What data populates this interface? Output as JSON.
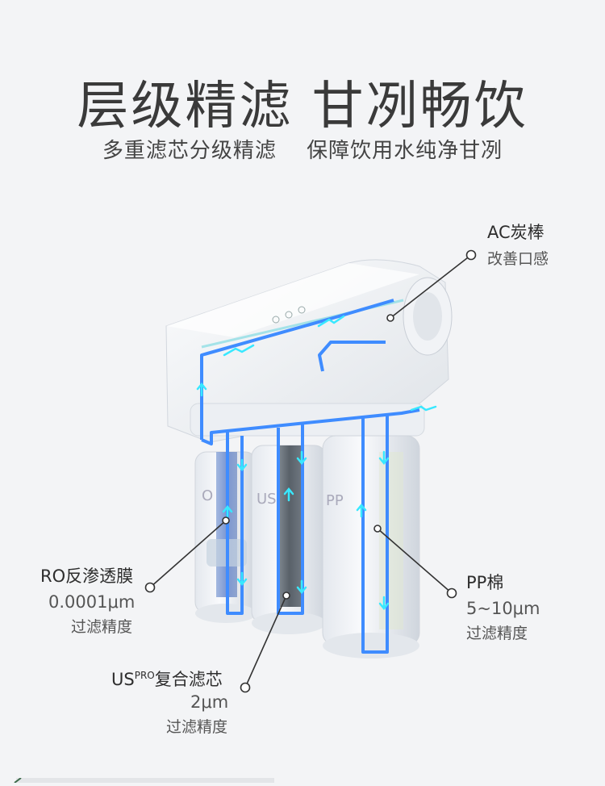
{
  "header": {
    "title": "层级精滤 甘冽畅饮",
    "subtitle_left": "多重滤芯分级精滤",
    "subtitle_right": "保障饮用水纯净甘冽"
  },
  "colors": {
    "flow": "#3f8cff",
    "flow_arrow": "#38e8ff",
    "pipe_glow": "#6fd7e0",
    "background": "#f3f4f6",
    "callout_line": "#333333"
  },
  "product": {
    "icons": [
      "water-purifier-icon"
    ],
    "cartridge_labels": [
      "O",
      "US",
      "PP"
    ]
  },
  "callouts": {
    "ac": {
      "title": "AC炭棒",
      "sub": "改善口感"
    },
    "ro": {
      "title": "RO反渗透膜",
      "spec": "0.0001μm",
      "sub": "过滤精度"
    },
    "us": {
      "title_main": "US",
      "title_sup": "PRO",
      "title_tail": "复合滤芯",
      "spec": "2μm",
      "sub": "过滤精度"
    },
    "pp": {
      "title": "PP棉",
      "spec": "5~10μm",
      "sub": "过滤精度"
    }
  }
}
